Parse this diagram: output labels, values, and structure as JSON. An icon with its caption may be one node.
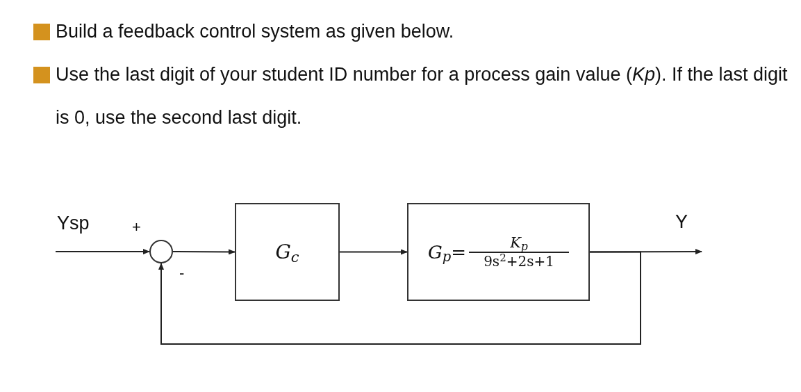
{
  "diagram": {
    "nodes": [
      {
        "text": [],
        "shape": "circle",
        "beside": [
          "+",
          "-"
        ]
      },
      {
        "text": [
          "G$_{c}$"
        ]
      },
      {
        "text": [
          "G$_{p}$=",
          "K$_{p}$",
          "9s$^{2}$+2s+1"
        ]
      }
    ],
    "edges": [
      {
        "from": null,
        "to": 0,
        "arrow": "to"
      },
      {
        "from": 0,
        "to": 1,
        "arrow": "to"
      },
      {
        "from": 1,
        "to": 2,
        "arrow": "to"
      },
      {
        "from": 2,
        "to": null,
        "arrow": "to"
      },
      {
        "from": 2,
        "to": 0,
        "arrow": "to"
      }
    ],
    "labels": [
      "Build a feedback control system as given below.",
      "Use the last digit of your student ID number for a process gain value (*Kp*). If the last digit is 0, use the second last digit.",
      "Ysp",
      "Y"
    ]
  }
}
